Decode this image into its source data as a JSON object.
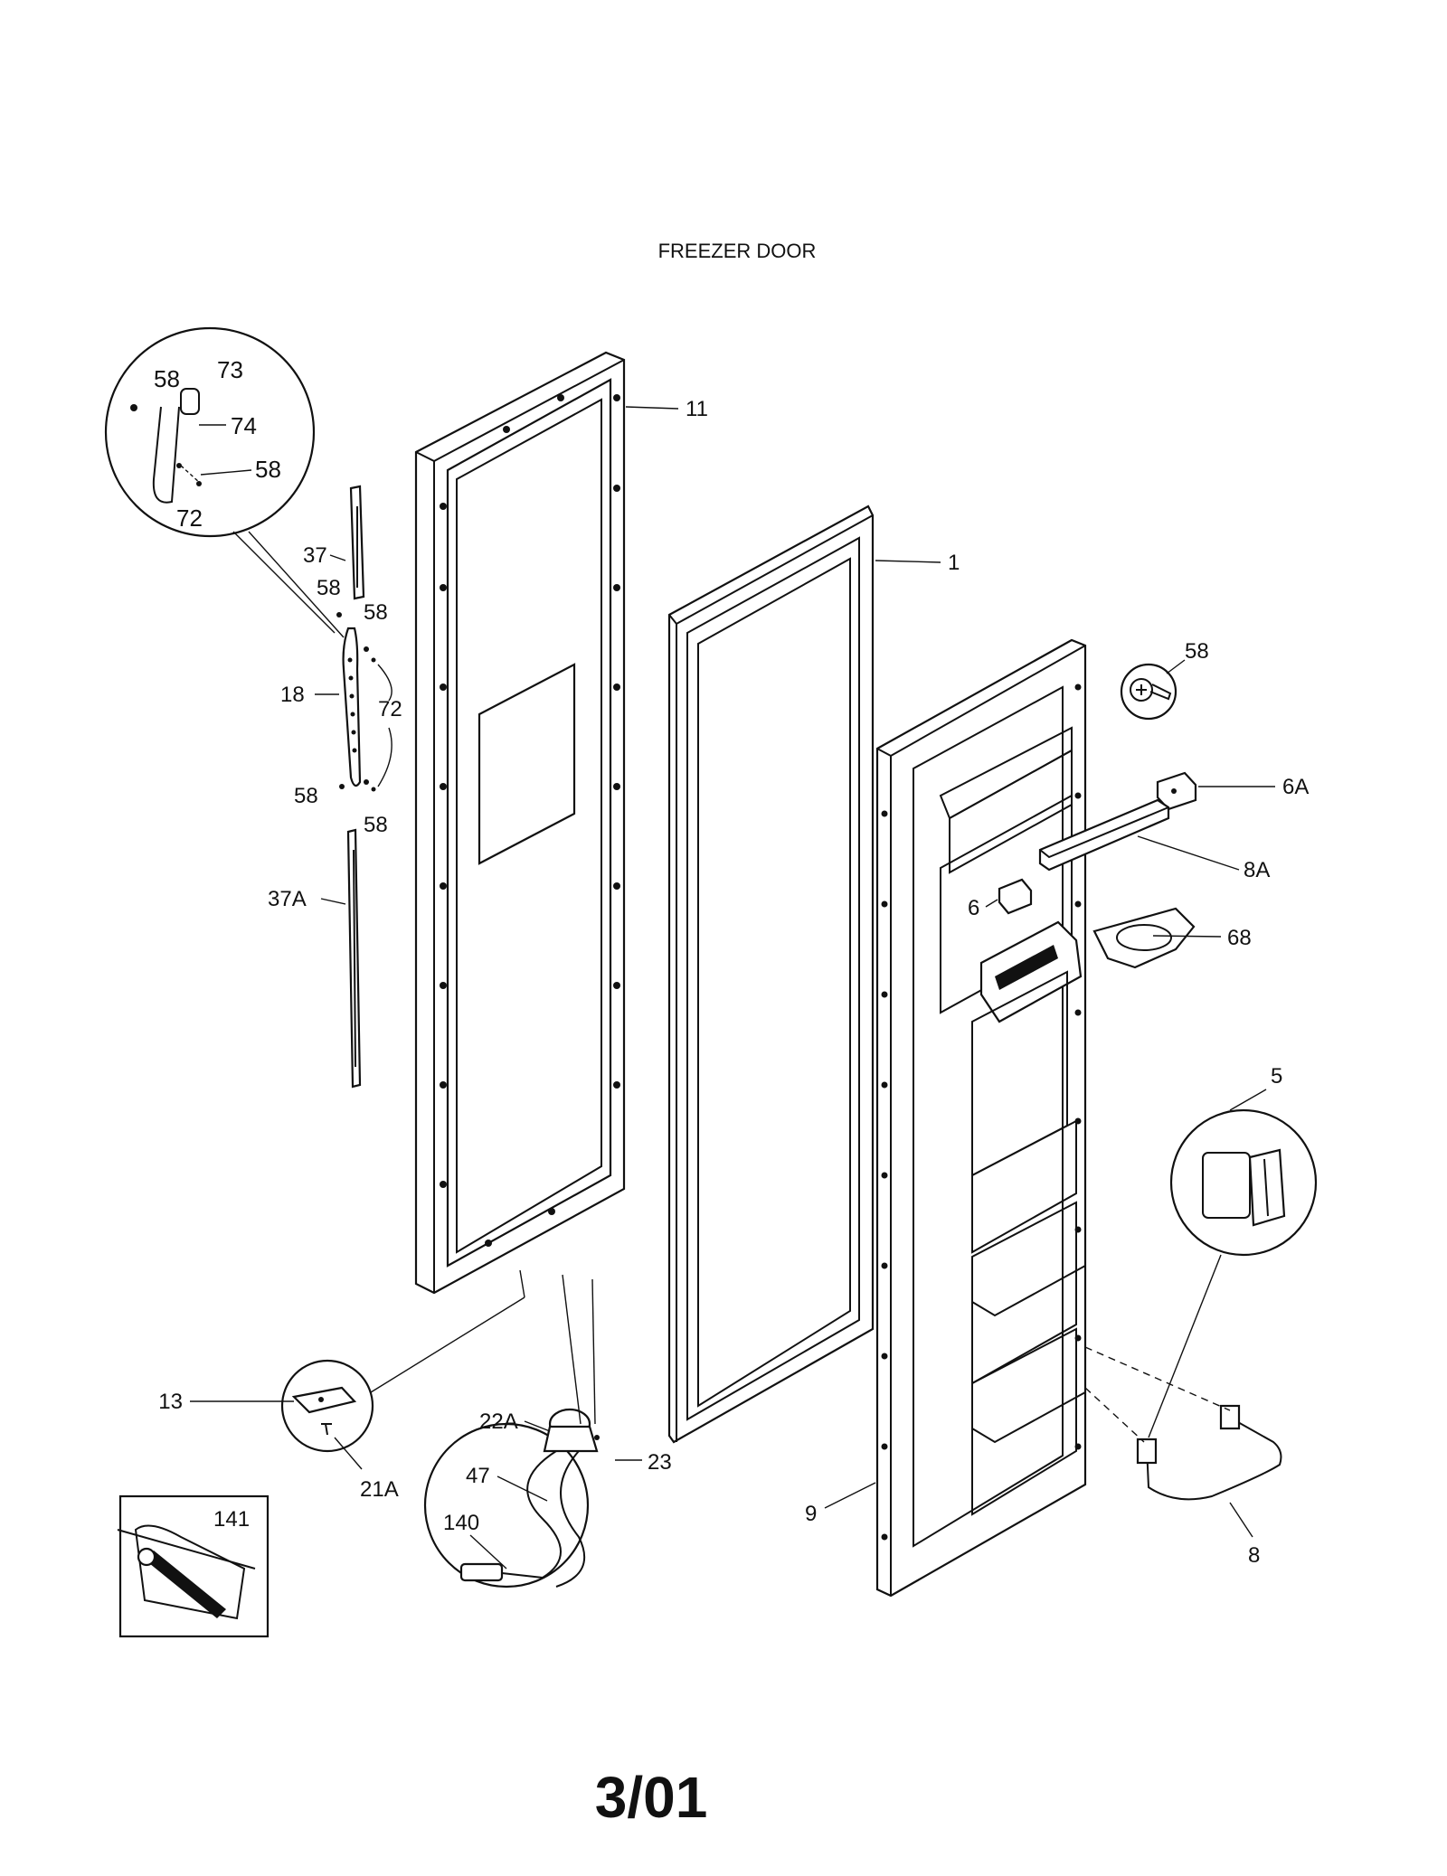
{
  "title": "FREEZER DOOR",
  "footer": "3/01",
  "labels": {
    "l11": "11",
    "l1": "1",
    "l58_screw": "58",
    "l6A": "6A",
    "l8A": "8A",
    "l6": "6",
    "l68": "68",
    "l5": "5",
    "l8": "8",
    "l9": "9",
    "l13": "13",
    "l21A": "21A",
    "l22A": "22A",
    "l23": "23",
    "l47": "47",
    "l140": "140",
    "l141": "141",
    "l37": "37",
    "l37A": "37A",
    "l18": "18",
    "l72_mid": "72",
    "l58_a": "58",
    "l58_b": "58",
    "l58_c": "58",
    "l58_d": "58",
    "d58_top": "58",
    "d73": "73",
    "d74": "74",
    "d58_mid": "58",
    "d72": "72"
  }
}
